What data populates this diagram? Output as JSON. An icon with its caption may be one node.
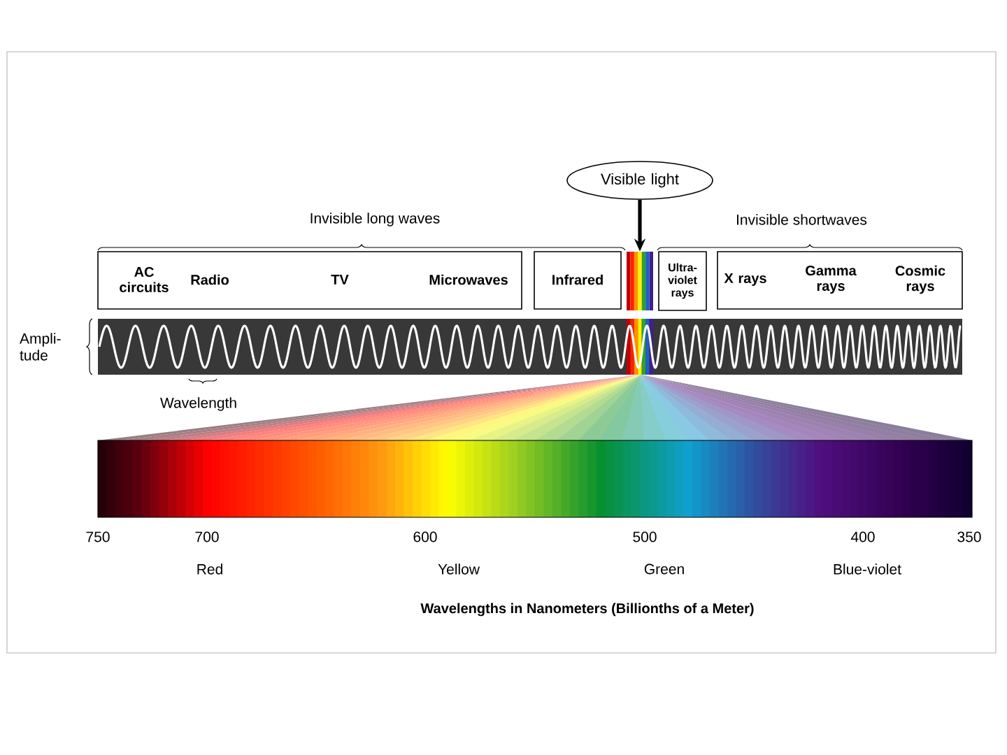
{
  "diagram": {
    "nodes": [
      {
        "text": [
          "Visible light"
        ]
      },
      {
        "text": [
          "AC circuits",
          "Radio",
          "TV",
          "Microwaves"
        ]
      },
      {
        "text": [
          "Infrared"
        ]
      },
      {
        "text": [],
        "shape": "bar"
      },
      {
        "text": [
          "Ultra- violet rays"
        ]
      },
      {
        "text": [
          "X rays",
          "Gamma rays",
          "Cosmic rays"
        ]
      }
    ],
    "edges": [
      {
        "from": 0,
        "to": 3,
        "arrow": "to"
      }
    ],
    "labels": [
      "Invisible long waves",
      "Invisible shortwaves",
      "Ampli- tude",
      "Wavelength",
      "750",
      "700",
      "600",
      "500",
      "400",
      "350",
      "Red",
      "Yellow",
      "Green",
      "Blue-violet",
      "Wavelengths in Nanometers (Billionths of a Meter)"
    ]
  }
}
